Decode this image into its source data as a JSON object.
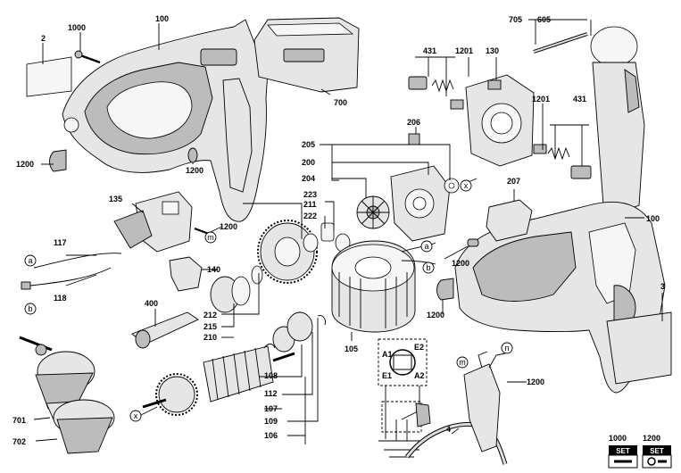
{
  "part_numbers": {
    "p2": "2",
    "p1000": "1000",
    "p100a": "100",
    "p1200a": "1200",
    "p1200b": "1200",
    "p700": "700",
    "p705": "705",
    "p605": "605",
    "p431a": "431",
    "p1201a": "1201",
    "p130": "130",
    "p206": "206",
    "p1201b": "1201",
    "p431b": "431",
    "p205": "205",
    "p200": "200",
    "p204": "204",
    "p223": "223",
    "p211": "211",
    "p222": "222",
    "p207": "207",
    "p100b": "100",
    "p135": "135",
    "p1200c": "1200",
    "p117": "117",
    "p118": "118",
    "p140": "140",
    "p1200d": "1200",
    "p3": "3",
    "p400": "400",
    "p212": "212",
    "p215": "215",
    "p210": "210",
    "p1200e": "1200",
    "p105": "105",
    "p108": "108",
    "p112": "112",
    "p107": "107",
    "p109": "109",
    "p106": "106",
    "p1200f": "1200",
    "p4": "4",
    "p701": "701",
    "p702": "702",
    "p1000set": "1000",
    "p1200set": "1200"
  },
  "connector_letters": {
    "a1": "a",
    "b1": "b",
    "a2": "a",
    "b2": "b",
    "m1": "m",
    "m2": "m",
    "n1": "n",
    "x1": "x",
    "x2": "x"
  },
  "schematic": {
    "A1": "A1",
    "E2": "E2",
    "E1": "E1",
    "A2": "A2"
  },
  "set_badges": [
    {
      "word": "SET"
    },
    {
      "word": "SET"
    }
  ]
}
